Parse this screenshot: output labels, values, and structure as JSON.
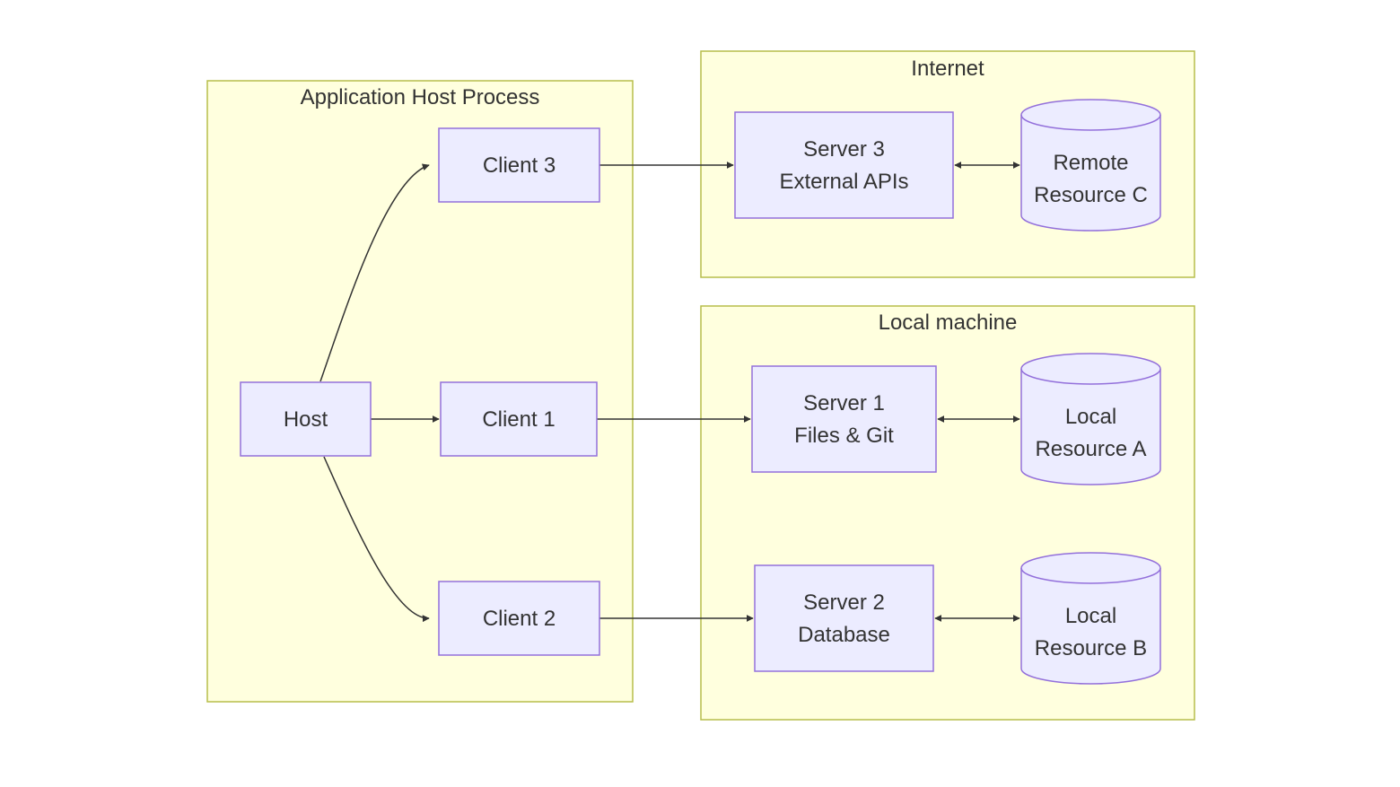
{
  "clusters": {
    "app_host": {
      "label": "Application Host Process"
    },
    "internet": {
      "label": "Internet"
    },
    "local": {
      "label": "Local machine"
    }
  },
  "nodes": {
    "host": {
      "lines": [
        "Host"
      ]
    },
    "client1": {
      "lines": [
        "Client 1"
      ]
    },
    "client2": {
      "lines": [
        "Client 2"
      ]
    },
    "client3": {
      "lines": [
        "Client 3"
      ]
    },
    "server1": {
      "lines": [
        "Server 1",
        "Files & Git"
      ]
    },
    "server2": {
      "lines": [
        "Server 2",
        "Database"
      ]
    },
    "server3": {
      "lines": [
        "Server 3",
        "External APIs"
      ]
    },
    "resource_a": {
      "lines": [
        "Local",
        "Resource A"
      ]
    },
    "resource_b": {
      "lines": [
        "Local",
        "Resource B"
      ]
    },
    "resource_c": {
      "lines": [
        "Remote",
        "Resource C"
      ]
    }
  },
  "edges": [
    {
      "from": "host",
      "to": "client1",
      "direction": "forward"
    },
    {
      "from": "host",
      "to": "client2",
      "direction": "forward"
    },
    {
      "from": "host",
      "to": "client3",
      "direction": "forward"
    },
    {
      "from": "client1",
      "to": "server1",
      "direction": "forward"
    },
    {
      "from": "client2",
      "to": "server2",
      "direction": "forward"
    },
    {
      "from": "client3",
      "to": "server3",
      "direction": "forward"
    },
    {
      "from": "server1",
      "to": "resource_a",
      "direction": "both"
    },
    {
      "from": "server2",
      "to": "resource_b",
      "direction": "both"
    },
    {
      "from": "server3",
      "to": "resource_c",
      "direction": "both"
    }
  ],
  "colors": {
    "cluster_fill": "#ffffde",
    "cluster_stroke": "#b7bd4a",
    "node_fill": "#ececff",
    "node_stroke": "#9370db",
    "edge": "#333333",
    "text": "#333333"
  }
}
